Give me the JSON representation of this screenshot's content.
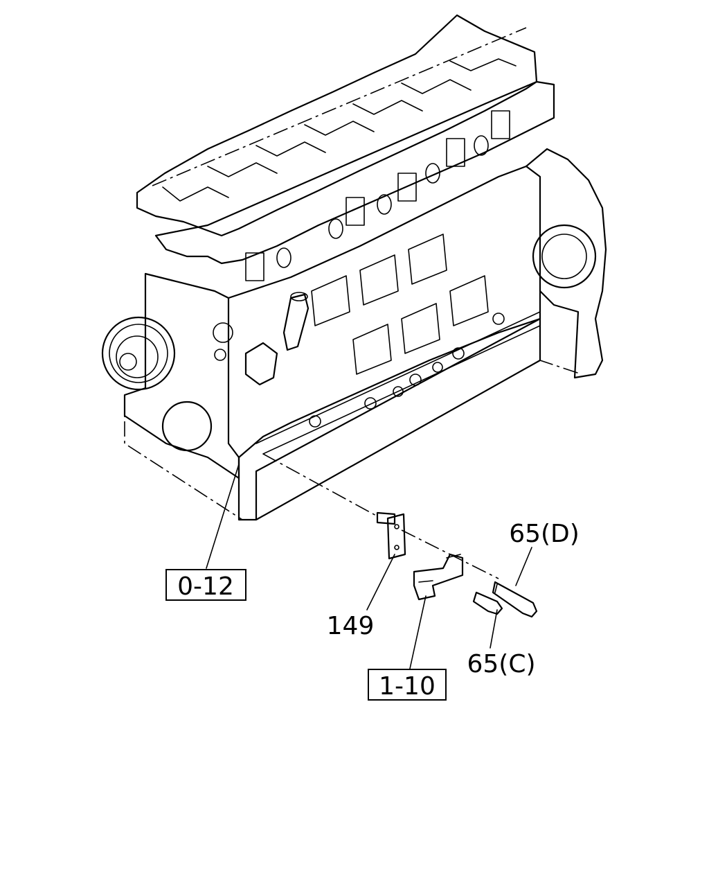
{
  "callouts": {
    "engine_ref": "0-12",
    "bracket_ref": "1-10",
    "part_149": "149",
    "bolt_d": "65(D)",
    "bolt_c": "65(C)"
  }
}
